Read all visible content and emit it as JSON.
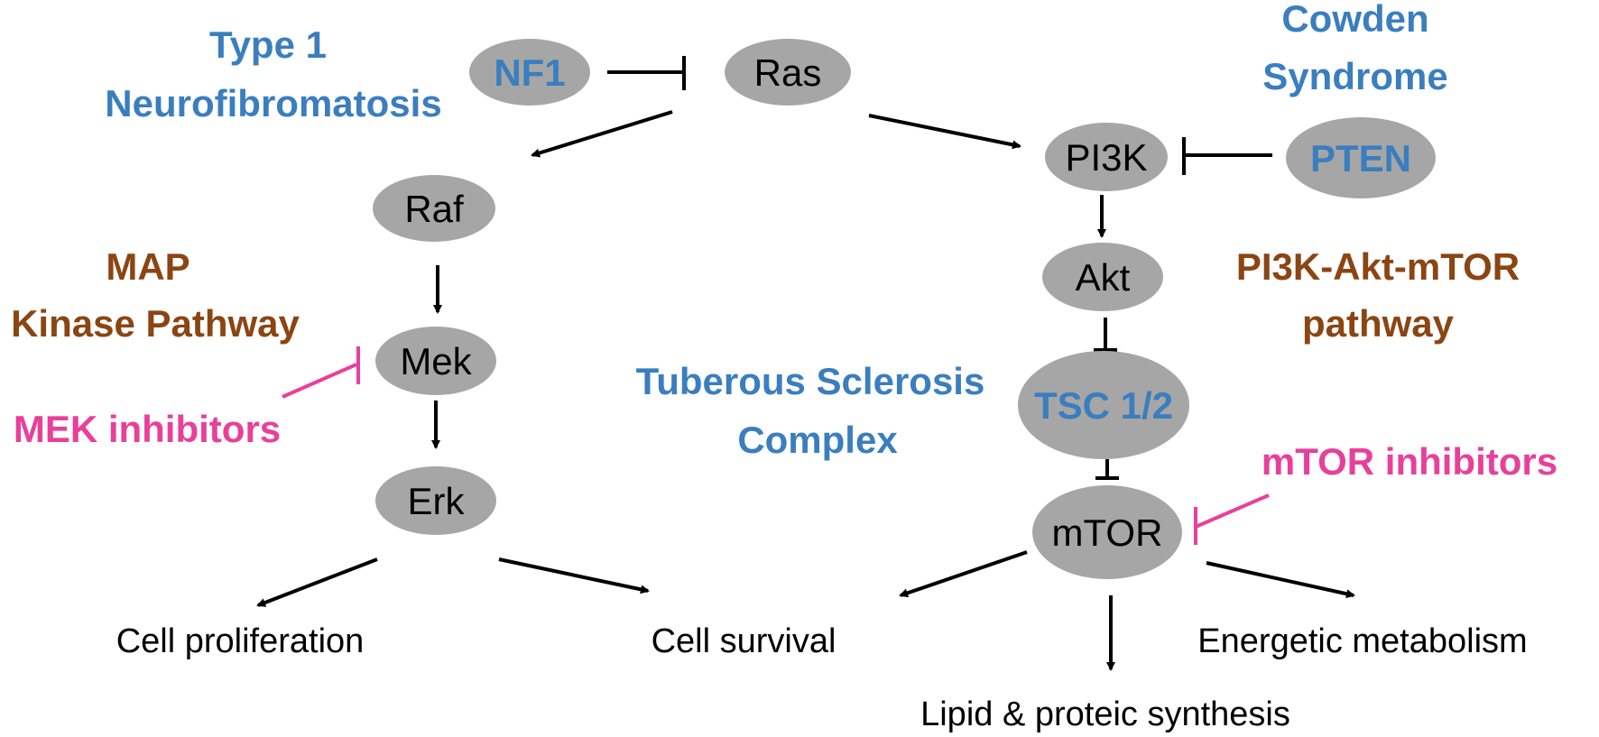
{
  "colors": {
    "node_fill": "#a6a6a6",
    "disease_text": "#3a7ebf",
    "pathway_text": "#8b4513",
    "inhibitor_text": "#e8409a",
    "arrow": "#000000"
  },
  "nodes": {
    "nf1": "NF1",
    "ras": "Ras",
    "pi3k": "PI3K",
    "pten": "PTEN",
    "raf": "Raf",
    "akt": "Akt",
    "mek": "Mek",
    "tsc": "TSC 1/2",
    "erk": "Erk",
    "mtor": "mTOR"
  },
  "diseases": {
    "nf1_line1": "Type 1",
    "nf1_line2": "Neurofibromatosis",
    "cowden_line1": "Cowden",
    "cowden_line2": "Syndrome",
    "tsc_line1": "Tuberous Sclerosis",
    "tsc_line2": "Complex"
  },
  "pathways": {
    "map_line1": "MAP",
    "map_line2": "Kinase Pathway",
    "pi3k_line1": "PI3K-Akt-mTOR",
    "pi3k_line2": "pathway"
  },
  "inhibitors": {
    "mek": "MEK inhibitors",
    "mtor": "mTOR inhibitors"
  },
  "outcomes": {
    "proliferation": "Cell proliferation",
    "survival": "Cell survival",
    "metabolism": "Energetic metabolism",
    "synthesis": "Lipid & proteic synthesis"
  }
}
